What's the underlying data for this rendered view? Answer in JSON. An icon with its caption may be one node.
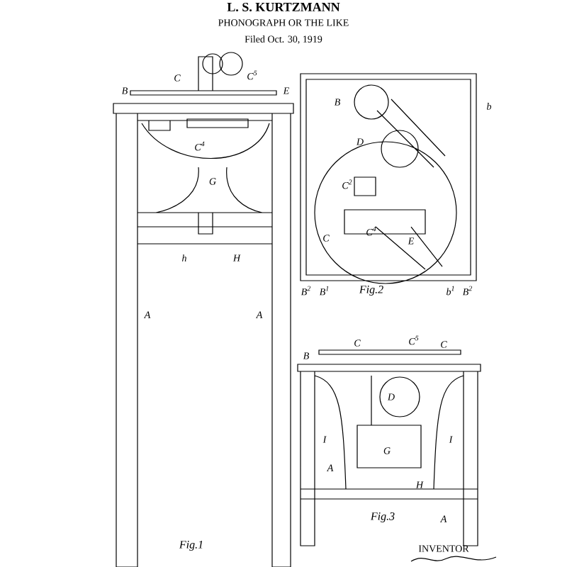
{
  "diagram": {
    "title": "PHONOGRAPH OR THE LIKE",
    "labels": [
      "L. S. KURTZMANN",
      "Filed Oct. 30, 1919",
      "C",
      "C$^{5}$",
      "B",
      "E",
      "C$^{4}$",
      "G",
      "h",
      "H",
      "A",
      "A",
      "Fig.1",
      "B",
      "b",
      "D",
      "C$^{2}$",
      "C$^{4}$",
      "C",
      "E",
      "B$^{2}$",
      "B$^{1}$",
      "Fig.2",
      "b$^{1}$",
      "B$^{2}$",
      "B",
      "C",
      "C$^{5}$",
      "C",
      "D",
      "G",
      "I",
      "A",
      "I",
      "H",
      "Fig.3",
      "A",
      "INVENTOR"
    ]
  }
}
